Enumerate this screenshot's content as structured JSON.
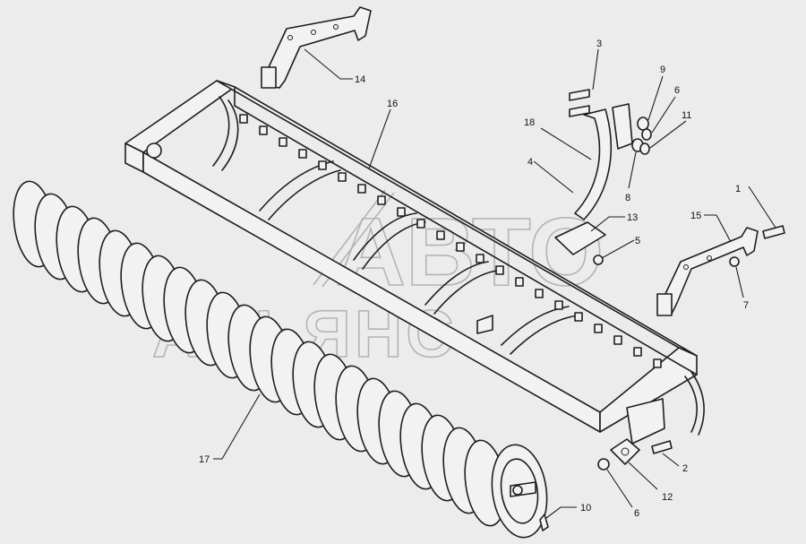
{
  "watermark": {
    "line1": "АВТО",
    "line2": "АЛЬЯНС"
  },
  "callouts": {
    "c1": "1",
    "c2": "2",
    "c3": "3",
    "c4": "4",
    "c5": "5",
    "c6a": "6",
    "c6b": "6",
    "c7": "7",
    "c8": "8",
    "c9": "9",
    "c10": "10",
    "c11": "11",
    "c12": "12",
    "c13": "13",
    "c14": "14",
    "c15": "15",
    "c16": "16",
    "c17": "17",
    "c18": "18"
  },
  "colors": {
    "ink": "#1e1e1e",
    "background": "#ececec",
    "watermark": "#b4b4b4"
  }
}
